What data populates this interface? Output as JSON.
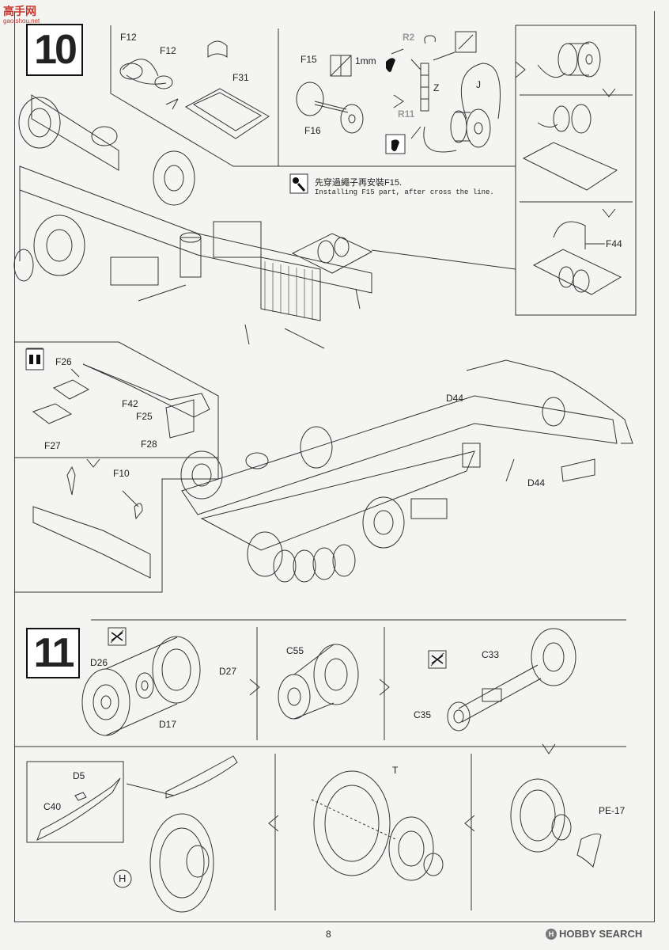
{
  "header": {
    "site_logo": "高手网",
    "site_url": "gao.shou.net"
  },
  "step10": {
    "number": "10",
    "parts": {
      "f12a": "F12",
      "f12b": "F12",
      "f31": "F31",
      "f15": "F15",
      "f16": "F16",
      "mm": "1mm",
      "r2": "R2",
      "r11": "R11",
      "z": "Z",
      "j": "J",
      "f44": "F44",
      "f26": "F26",
      "f42": "F42",
      "f25": "F25",
      "f27": "F27",
      "f28": "F28",
      "f10": "F10",
      "d44a": "D44",
      "d44b": "D44"
    },
    "note_cn": "先穿過繩子再安裝F15.",
    "note_en": "Installing F15 part, after cross the line."
  },
  "step11": {
    "number": "11",
    "parts": {
      "d26": "D26",
      "d27": "D27",
      "d17": "D17",
      "c55": "C55",
      "c33": "C33",
      "c35": "C35",
      "d5": "D5",
      "c40": "C40",
      "t": "T",
      "pe17": "PE-17",
      "h": "H"
    }
  },
  "footer": {
    "page_number": "8",
    "brand": "HOBBY SEARCH",
    "brand_mark": "H"
  }
}
